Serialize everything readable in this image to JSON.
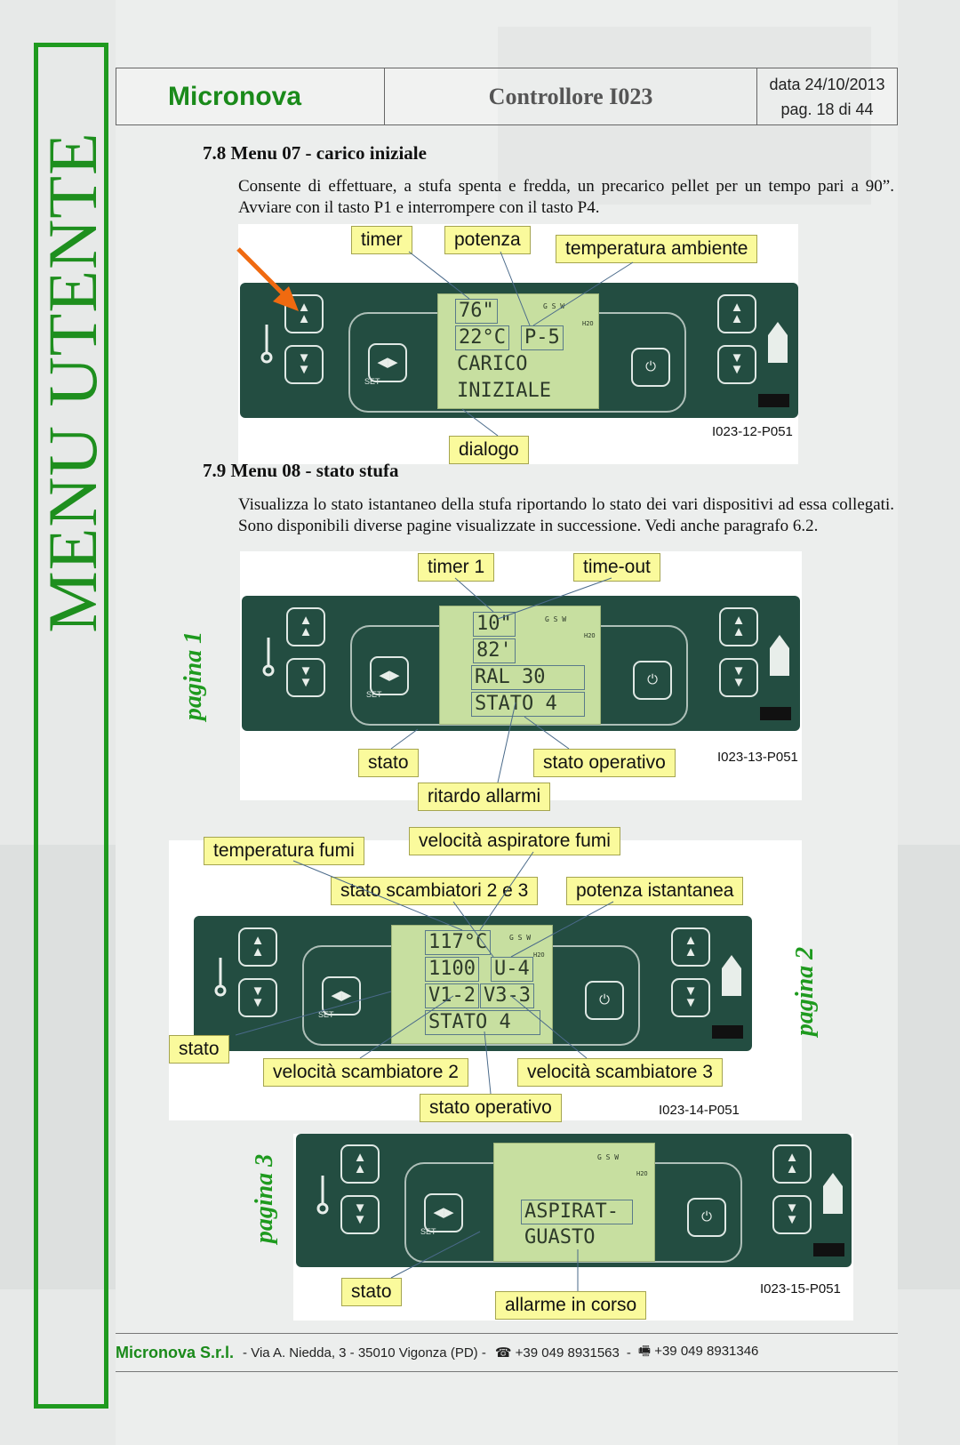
{
  "side_title": "MENU UTENTE",
  "header": {
    "brand": "Micronova",
    "title": "Controllore I023",
    "date": "data 24/10/2013",
    "page": "pag. 18 di 44"
  },
  "section1": {
    "heading": "7.8  Menu  07 - carico iniziale",
    "text": "Consente di effettuare, a stufa spenta e fredda, un precarico pellet per un tempo pari a 90”. Avviare con il tasto P1 e interrompere con il tasto P4.",
    "labels": {
      "timer": "timer",
      "potenza": "potenza",
      "temp": "temperatura ambiente",
      "dialogo": "dialogo"
    },
    "lcd": {
      "l1": "76\"",
      "l2a": "22°C",
      "l2b": "P-5",
      "l3": "CARICO",
      "l4": "INIZIALE"
    },
    "code": "I023-12-P051"
  },
  "section2": {
    "heading": "7.9  Menu  08 - stato stufa",
    "text": "Visualizza lo stato istantaneo della stufa riportando lo stato dei vari dispositivi ad essa collegati. Sono disponibili diverse pagine visualizzate in successione. Vedi anche paragrafo 6.2.",
    "page1": {
      "page_label": "pagina 1",
      "labels": {
        "timer1": "timer 1",
        "timeout": "time-out",
        "stato": "stato",
        "stato_op": "stato operativo",
        "ritardo": "ritardo allarmi"
      },
      "lcd": {
        "l1": "10\"",
        "l2": "82'",
        "l3": "RAL   30",
        "l4": "STATO  4"
      },
      "code": "I023-13-P051"
    },
    "page2": {
      "page_label": "pagina 2",
      "labels": {
        "temp_fumi": "temperatura fumi",
        "vel_asp": "velocità aspiratore fumi",
        "stato_sc": "stato scambiatori 2 e 3",
        "pot_ist": "potenza istantanea",
        "stato": "stato",
        "vel_sc2": "velocità scambiatore 2",
        "vel_sc3": "velocità scambiatore 3",
        "stato_op": "stato operativo"
      },
      "lcd": {
        "l1": "117°C",
        "l2a": "1100",
        "l2b": "U-4",
        "l3a": "V1-2",
        "l3b": "V3-3",
        "l4": "STATO  4"
      },
      "code": "I023-14-P051"
    },
    "page3": {
      "page_label": "pagina 3",
      "labels": {
        "stato": "stato",
        "allarme": "allarme in corso"
      },
      "lcd": {
        "l1": "ASPIRAT-",
        "l2": "GUASTO"
      },
      "code": "I023-15-P051"
    }
  },
  "lcd_indicators": {
    "top": "G  S  W",
    "sub": "H2O"
  },
  "set_label": "SET",
  "footer": {
    "brand": "Micronova S.r.l.",
    "address": "- Via A. Niedda, 3  -  35010 Vigonza (PD)  -",
    "phone": "☎ +39 049 8931563",
    "sep": "-",
    "fax": "🖷 +39 049 8931346"
  },
  "colors": {
    "accent_green": "#1e8f1e",
    "panel": "#234d41",
    "lcd": "#c7dfa0",
    "label_bg": "#fafa9c",
    "arrow": "#f06a10"
  }
}
